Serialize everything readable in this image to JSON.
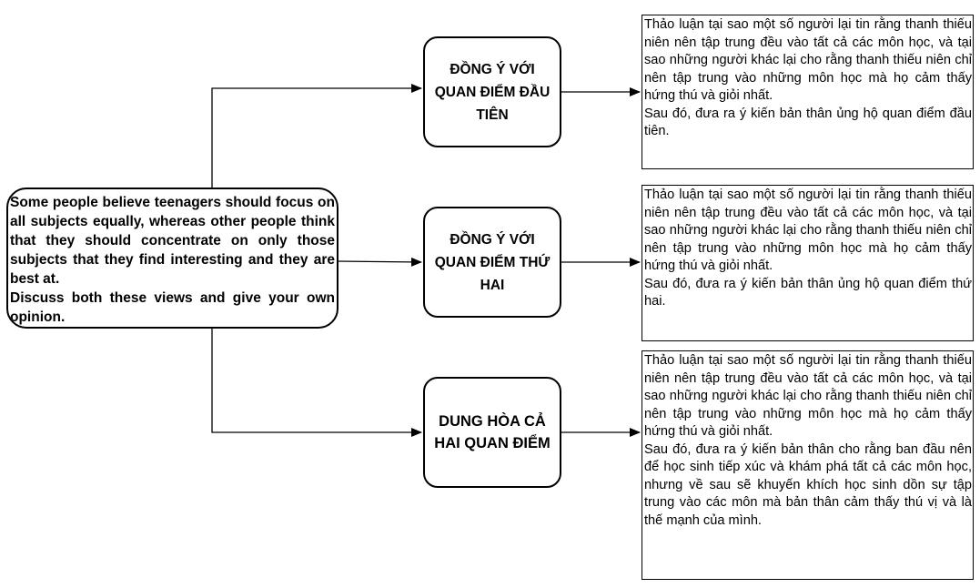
{
  "prompt": {
    "line1": "Some people believe teenagers should focus on all subjects equally, whereas other people think that they should concentrate on only those subjects that they find interesting and they are best at.",
    "line2": "Discuss both these views and give your own opinion."
  },
  "options": [
    {
      "label": "ĐỒNG Ý VỚI QUAN ĐIỂM ĐẦU TIÊN"
    },
    {
      "label": "ĐỒNG Ý VỚI QUAN ĐIỂM THỨ HAI"
    },
    {
      "label": "DUNG HÒA CẢ HAI QUAN ĐIỂM"
    }
  ],
  "details": [
    {
      "p1": "Thảo luận tại sao một số người lại tin rằng thanh thiếu niên nên tập trung đều vào tất cả các môn học, và tại sao những người khác lại cho rằng thanh thiếu niên chỉ nên tập trung vào những môn học mà họ cảm thấy hứng thú và giỏi nhất.",
      "p2": "Sau đó, đưa ra ý kiến bản thân ủng hộ quan điểm đầu tiên."
    },
    {
      "p1": "Thảo luận tại sao một số người lại tin rằng thanh thiếu niên nên tập trung đều vào tất cả các môn học, và tại sao những người khác lại cho rằng thanh thiếu niên chỉ nên tập trung vào những môn học mà họ cảm thấy hứng thú và giỏi nhất.",
      "p2": "Sau đó, đưa ra ý kiến bản thân ủng hộ quan điểm thứ hai."
    },
    {
      "p1": "Thảo luận tại sao một số người lại tin rằng thanh thiếu niên nên tập trung đều vào tất cả các môn học, và tại sao những người khác lại cho rằng thanh thiếu niên chỉ nên tập trung vào những môn học mà họ cảm thấy hứng thú và giỏi nhất.",
      "p2": "Sau đó, đưa ra ý kiến bản thân cho rằng ban đầu nên để học sinh tiếp xúc và khám phá tất cả các môn học, nhưng về sau sẽ khuyến khích học sinh dồn sự tập trung vào các môn mà bản thân cảm thấy thú vị và là thế mạnh của mình."
    }
  ]
}
